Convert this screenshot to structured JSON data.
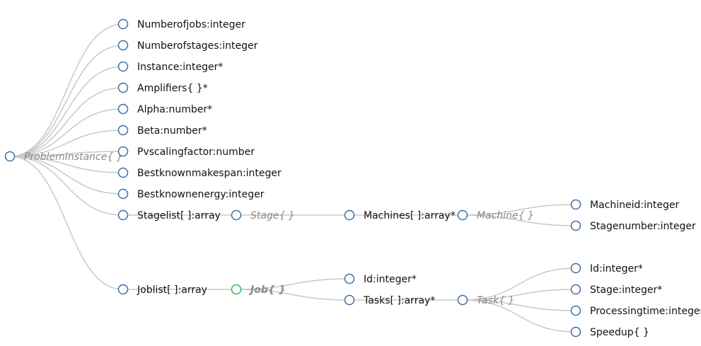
{
  "colors": {
    "node_stroke": "#3d6fa3",
    "selected_stroke": "#2fb84a",
    "link": "#c8c8c8",
    "object_text": "#8a8a8a",
    "field_text": "#111111"
  },
  "tree": {
    "id": "root",
    "label": "ProblemInstance{ }",
    "kind": "object",
    "children": [
      {
        "id": "n1",
        "label": "Numberofjobs:integer",
        "kind": "field"
      },
      {
        "id": "n2",
        "label": "Numberofstages:integer",
        "kind": "field"
      },
      {
        "id": "n3",
        "label": "Instance:integer*",
        "kind": "field"
      },
      {
        "id": "n4",
        "label": "Amplifiers{ }*",
        "kind": "field"
      },
      {
        "id": "n5",
        "label": "Alpha:number*",
        "kind": "field"
      },
      {
        "id": "n6",
        "label": "Beta:number*",
        "kind": "field"
      },
      {
        "id": "n7",
        "label": "Pvscalingfactor:number",
        "kind": "field"
      },
      {
        "id": "n8",
        "label": "Bestknownmakespan:integer",
        "kind": "field"
      },
      {
        "id": "n9",
        "label": "Bestknownenergy:integer",
        "kind": "field"
      },
      {
        "id": "n10",
        "label": "Stagelist[ ]:array",
        "kind": "field",
        "children": [
          {
            "id": "n11",
            "label": "Stage{ }",
            "kind": "object",
            "children": [
              {
                "id": "n12",
                "label": "Machines[ ]:array*",
                "kind": "field",
                "children": [
                  {
                    "id": "n13",
                    "label": "Machine{ }",
                    "kind": "object",
                    "children": [
                      {
                        "id": "n14",
                        "label": "Machineid:integer",
                        "kind": "field"
                      },
                      {
                        "id": "n15",
                        "label": "Stagenumber:integer",
                        "kind": "field"
                      }
                    ]
                  }
                ]
              }
            ]
          }
        ]
      },
      {
        "id": "n16",
        "label": "Joblist[ ]:array",
        "kind": "field",
        "children": [
          {
            "id": "n17",
            "label": "Job{ }",
            "kind": "object",
            "selected": true,
            "children": [
              {
                "id": "n18",
                "label": "Id:integer*",
                "kind": "field"
              },
              {
                "id": "n19",
                "label": "Tasks[ ]:array*",
                "kind": "field",
                "children": [
                  {
                    "id": "n20",
                    "label": "Task{ }",
                    "kind": "object",
                    "children": [
                      {
                        "id": "n21",
                        "label": "Id:integer*",
                        "kind": "field"
                      },
                      {
                        "id": "n22",
                        "label": "Stage:integer*",
                        "kind": "field"
                      },
                      {
                        "id": "n23",
                        "label": "Processingtime:integer",
                        "kind": "field"
                      },
                      {
                        "id": "n24",
                        "label": "Speedup{ }",
                        "kind": "field"
                      }
                    ]
                  }
                ]
              }
            ]
          }
        ]
      }
    ]
  }
}
